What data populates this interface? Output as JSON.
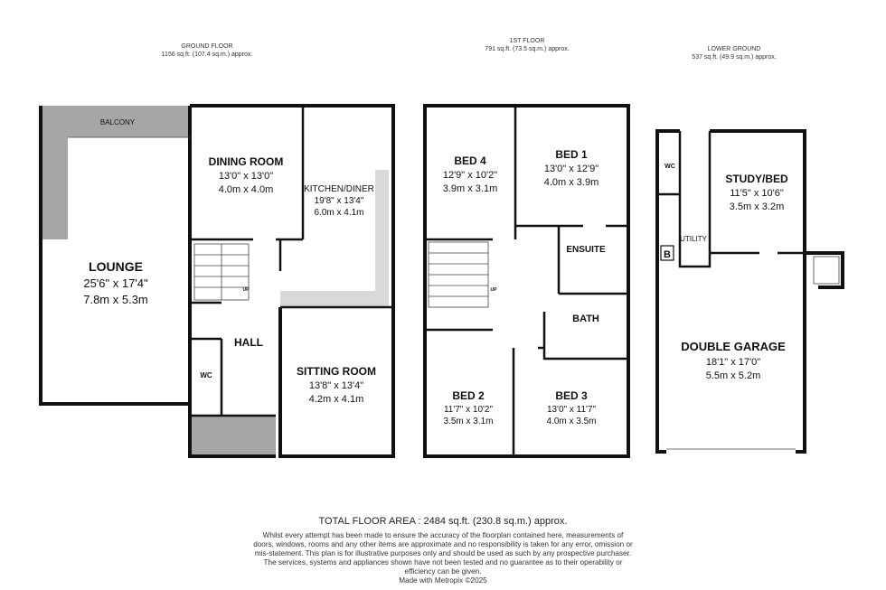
{
  "floors": [
    {
      "name": "GROUND FLOOR",
      "area": "1156 sq.ft. (107.4 sq.m.) approx."
    },
    {
      "name": "1ST FLOOR",
      "area": "791 sq.ft. (73.5 sq.m.) approx."
    },
    {
      "name": "LOWER GROUND",
      "area": "537 sq.ft. (49.9 sq.m.) approx."
    }
  ],
  "rooms": {
    "balcony": {
      "name": "BALCONY"
    },
    "lounge": {
      "name": "LOUNGE",
      "imperial": "25'6\"  x 17'4\"",
      "metric": "7.8m  x 5.3m"
    },
    "dining": {
      "name": "DINING ROOM",
      "imperial": "13'0\"  x 13'0\"",
      "metric": "4.0m  x 4.0m"
    },
    "kitchen": {
      "name": "KITCHEN/DINER",
      "imperial": "19'8\"  x 13'4\"",
      "metric": "6.0m  x 4.1m"
    },
    "hall": {
      "name": "HALL"
    },
    "wc_ground": {
      "name": "WC"
    },
    "sitting": {
      "name": "SITTING ROOM",
      "imperial": "13'8\"  x 13'4\"",
      "metric": "4.2m  x 4.1m"
    },
    "bed4": {
      "name": "BED 4",
      "imperial": "12'9\"  x 10'2\"",
      "metric": "3.9m  x 3.1m"
    },
    "bed1": {
      "name": "BED 1",
      "imperial": "13'0\"  x 12'9\"",
      "metric": "4.0m  x 3.9m"
    },
    "ensuite": {
      "name": "ENSUITE"
    },
    "bath": {
      "name": "BATH"
    },
    "bed2": {
      "name": "BED 2",
      "imperial": "11'7\"  x 10'2\"",
      "metric": "3.5m  x 3.1m"
    },
    "bed3": {
      "name": "BED 3",
      "imperial": "13'0\"  x 11'7\"",
      "metric": "4.0m  x 3.5m"
    },
    "wc_lower": {
      "name": "WC"
    },
    "utility": {
      "name": "UTILITY"
    },
    "boiler": {
      "name": "B"
    },
    "study": {
      "name": "STUDY/BED",
      "imperial": "11'5\"  x 10'6\"",
      "metric": "3.5m  x 3.2m"
    },
    "garage": {
      "name": "DOUBLE GARAGE",
      "imperial": "18'1\"  x 17'0\"",
      "metric": "5.5m  x 5.2m"
    }
  },
  "stairs_label": "UP",
  "total": "TOTAL FLOOR AREA : 2484 sq.ft. (230.8 sq.m.) approx.",
  "disclaimer": "Whilst every attempt has been made to ensure the accuracy of the floorplan contained here, measurements of doors, windows, rooms and any other items are approximate and no responsibility is taken for any error, omission or mis-statement. This plan is for illustrative purposes only and should be used as such by any prospective purchaser. The services, systems and appliances shown have not been tested and no guarantee as to their operability or efficiency can be given.",
  "credit": "Made with Metropix ©2025",
  "colors": {
    "wall": "#111111",
    "shaded": "#a6a6a6",
    "counter": "#d9d9d9"
  }
}
